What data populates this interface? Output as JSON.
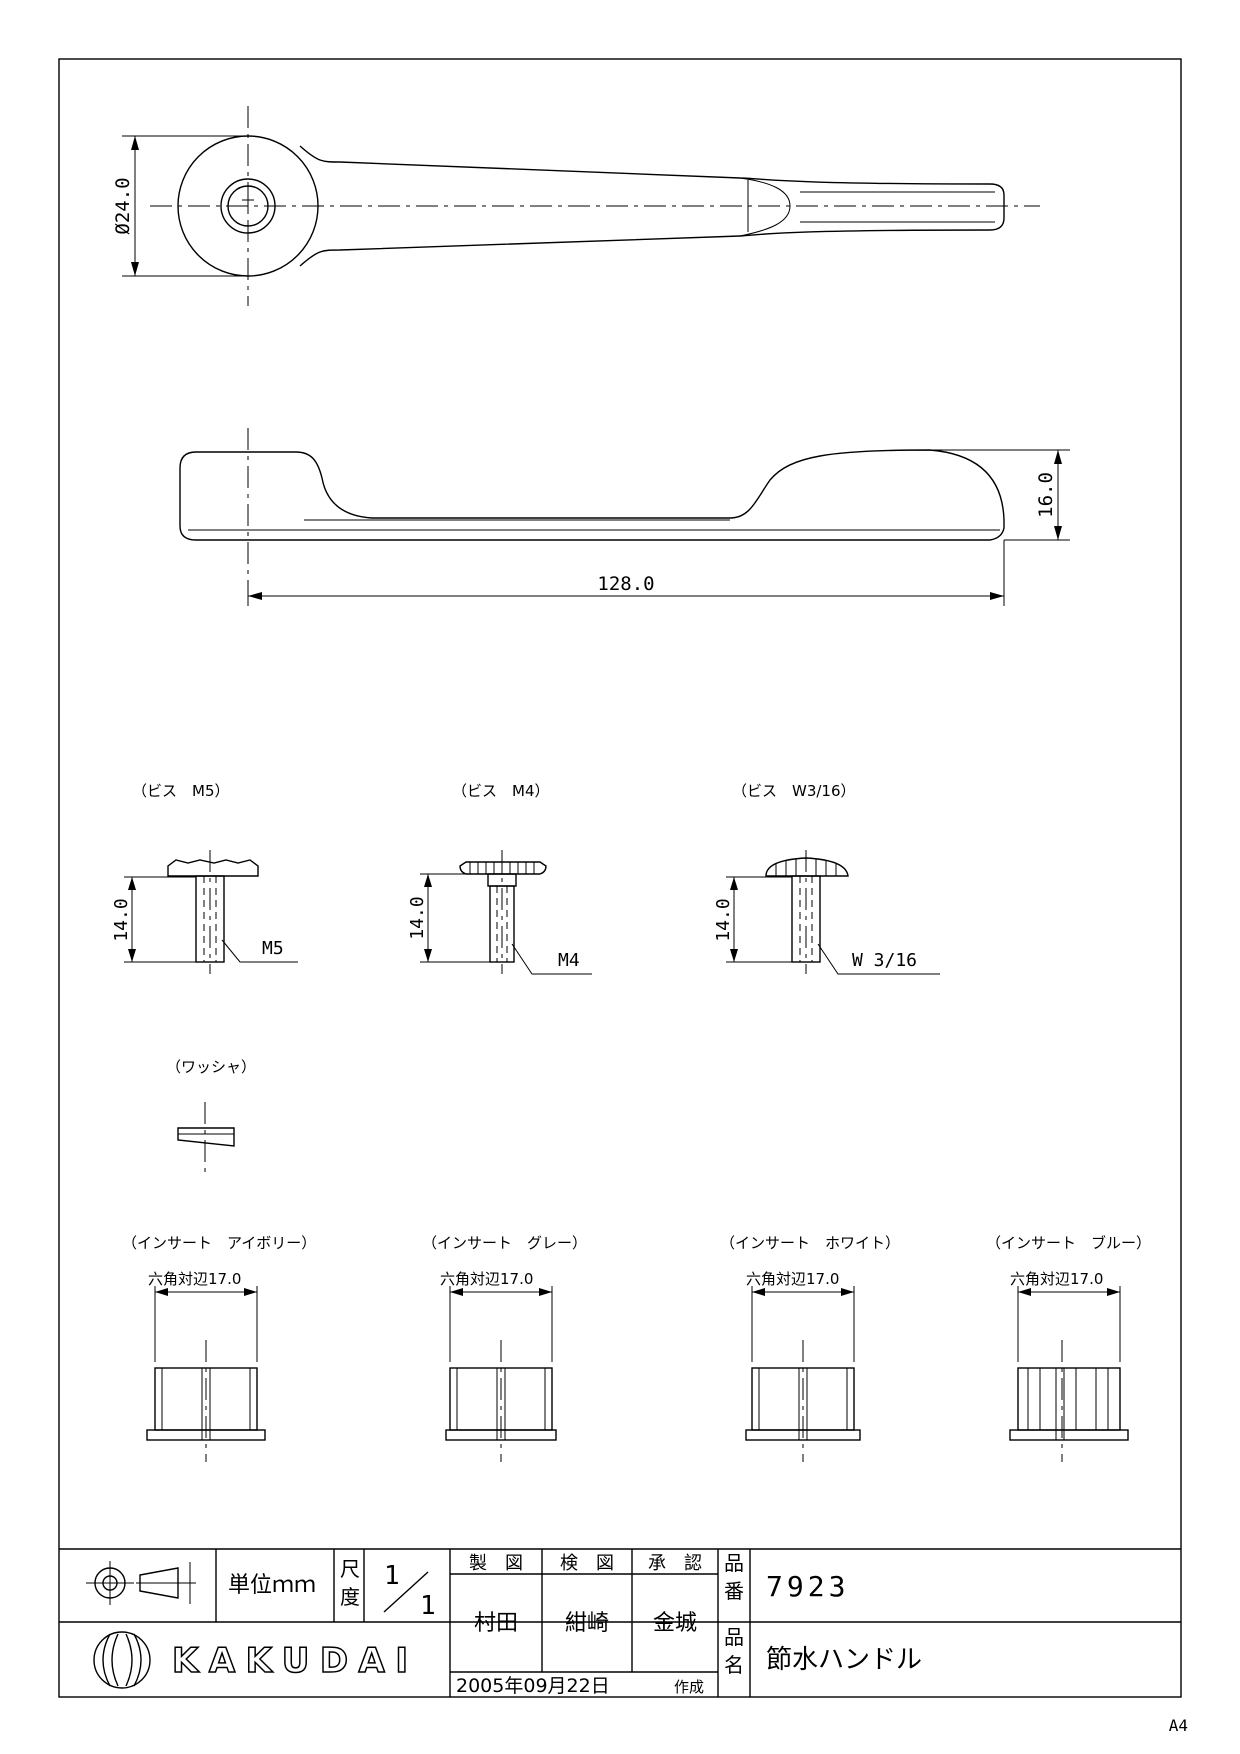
{
  "top_view": {
    "dim_diameter": "Ø24.0"
  },
  "side_view": {
    "dim_height": "16.0",
    "dim_length": "128.0"
  },
  "screws": [
    {
      "title": "（ビス　M5）",
      "dim": "14.0",
      "thread": "M5"
    },
    {
      "title": "（ビス　M4）",
      "dim": "14.0",
      "thread": "M4"
    },
    {
      "title": "（ビス　W3/16）",
      "dim": "14.0",
      "thread": "W 3/16"
    }
  ],
  "washer": {
    "title": "（ワッシャ）"
  },
  "inserts": [
    {
      "title": "（インサート　アイボリー）",
      "dim": "六角対辺17.0"
    },
    {
      "title": "（インサート　グレー）",
      "dim": "六角対辺17.0"
    },
    {
      "title": "（インサート　ホワイト）",
      "dim": "六角対辺17.0"
    },
    {
      "title": "（インサート　ブルー）",
      "dim": "六角対辺17.0"
    }
  ],
  "title_block": {
    "unit_label": "単位ｍｍ",
    "scale_label_1": "尺",
    "scale_label_2": "度",
    "scale_num": "1",
    "scale_den": "1",
    "drawn_label": "製　図",
    "checked_label": "検　図",
    "approved_label": "承　認",
    "drawn_by": "村田",
    "checked_by": "紺崎",
    "approved_by": "金城",
    "date": "2005年09月22日",
    "date_suffix": "作成",
    "part_no_label_1": "品",
    "part_no_label_2": "番",
    "part_no": "7923",
    "part_name_label_1": "品",
    "part_name_label_2": "名",
    "part_name": "節水ハンドル",
    "brand": "KAKUDAI"
  },
  "sheet_size": "A4"
}
